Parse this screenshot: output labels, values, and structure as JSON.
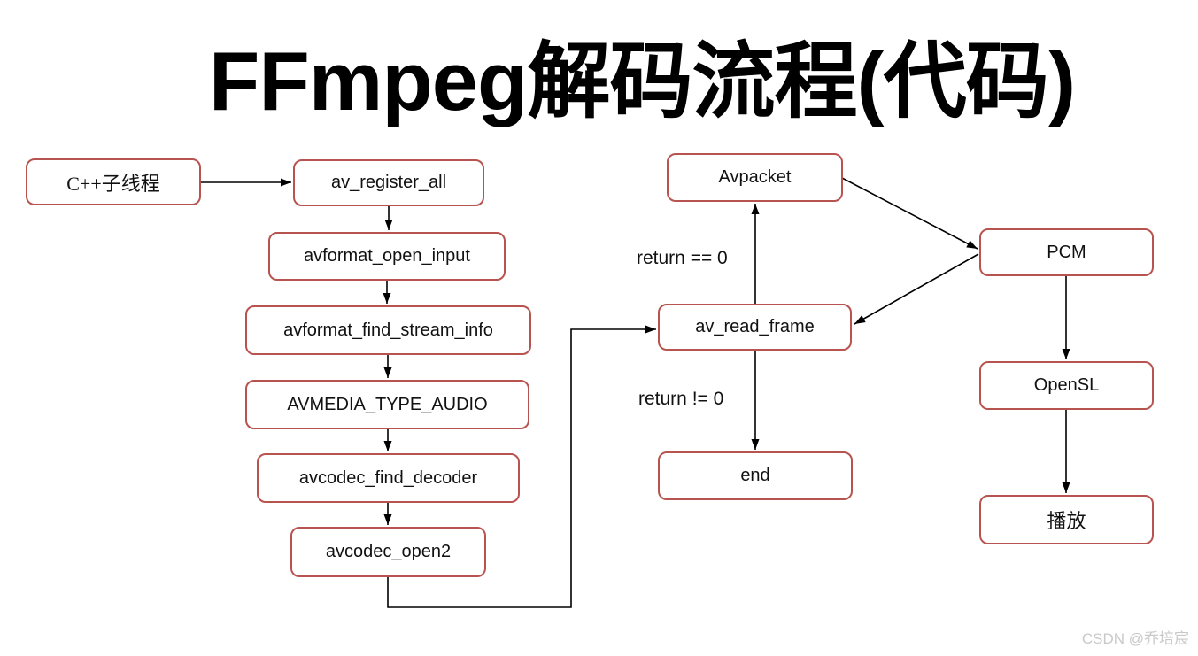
{
  "diagram": {
    "title": "FFmpeg解码流程(代码)",
    "nodes": {
      "cpp_thread": {
        "label": "C++子线程"
      },
      "av_register_all": {
        "label": "av_register_all"
      },
      "avformat_open_input": {
        "label": "avformat_open_input"
      },
      "avformat_find_stream_info": {
        "label": "avformat_find_stream_info"
      },
      "avmedia_type_audio": {
        "label": "AVMEDIA_TYPE_AUDIO"
      },
      "avcodec_find_decoder": {
        "label": "avcodec_find_decoder"
      },
      "avcodec_open2": {
        "label": "avcodec_open2"
      },
      "avpacket": {
        "label": "Avpacket"
      },
      "av_read_frame": {
        "label": "av_read_frame"
      },
      "end": {
        "label": "end"
      },
      "pcm": {
        "label": "PCM"
      },
      "opensl": {
        "label": "OpenSL"
      },
      "play": {
        "label": "播放"
      }
    },
    "edge_labels": {
      "return_eq": "return == 0",
      "return_ne": "return != 0"
    },
    "edges": [
      {
        "from": "C++子线程",
        "to": "av_register_all"
      },
      {
        "from": "av_register_all",
        "to": "avformat_open_input"
      },
      {
        "from": "avformat_open_input",
        "to": "avformat_find_stream_info"
      },
      {
        "from": "avformat_find_stream_info",
        "to": "AVMEDIA_TYPE_AUDIO"
      },
      {
        "from": "AVMEDIA_TYPE_AUDIO",
        "to": "avcodec_find_decoder"
      },
      {
        "from": "avcodec_find_decoder",
        "to": "avcodec_open2"
      },
      {
        "from": "avcodec_open2",
        "to": "av_read_frame"
      },
      {
        "from": "av_read_frame",
        "to": "Avpacket",
        "label": "return == 0"
      },
      {
        "from": "Avpacket",
        "to": "PCM"
      },
      {
        "from": "PCM",
        "to": "av_read_frame"
      },
      {
        "from": "av_read_frame",
        "to": "end",
        "label": "return != 0"
      },
      {
        "from": "PCM",
        "to": "OpenSL"
      },
      {
        "from": "OpenSL",
        "to": "播放"
      }
    ],
    "colors": {
      "node_border": "#b85450",
      "node_fill": "#ffffff",
      "edge": "#000000",
      "text": "#111111",
      "title_text": "#000000",
      "watermark_text": "#c9c9c9"
    },
    "watermark": "CSDN @乔培宸"
  }
}
